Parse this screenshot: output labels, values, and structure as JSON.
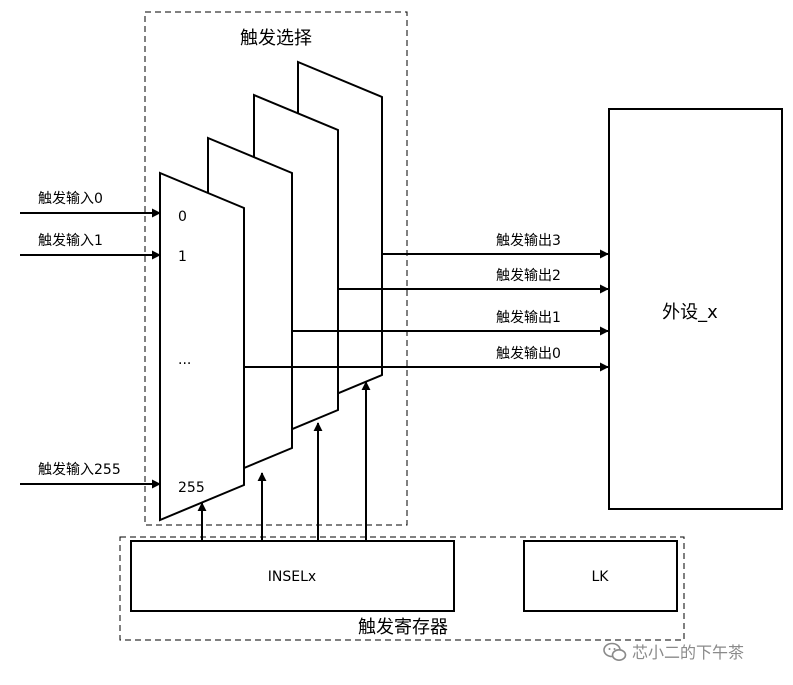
{
  "trigger_select": {
    "title": "触发选择"
  },
  "inputs": [
    {
      "label": "触发输入0",
      "index": "0"
    },
    {
      "label": "触发输入1",
      "index": "1"
    },
    {
      "label": "",
      "index": "..."
    },
    {
      "label": "触发输入255",
      "index": "255"
    }
  ],
  "outputs": [
    "触发输出3",
    "触发输出2",
    "触发输出1",
    "触发输出0"
  ],
  "peripheral": {
    "label": "外设_x"
  },
  "registers": {
    "title": "触发寄存器",
    "insel": "INSELx",
    "lk": "LK"
  },
  "watermark": {
    "text": "芯小二的下午茶",
    "icon": "wechat-icon"
  }
}
